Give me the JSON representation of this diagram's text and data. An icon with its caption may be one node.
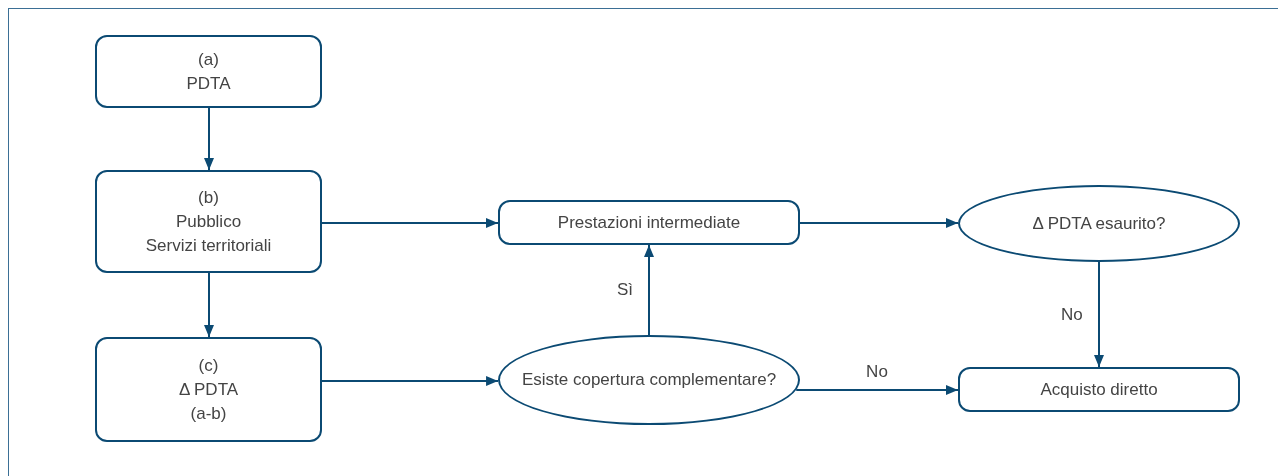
{
  "diagram": {
    "nodes": [
      {
        "text": [
          "(a)",
          "PDTA"
        ]
      },
      {
        "text": [
          "(b)",
          "Pubblico",
          "Servizi territoriali"
        ]
      },
      {
        "text": [
          "(c)",
          "Δ PDTA",
          "(a-b)"
        ]
      },
      {
        "text": [
          "Prestazioni intermediate"
        ]
      },
      {
        "text": [
          "Δ PDTA esaurito?"
        ]
      },
      {
        "text": [
          "Esiste copertura complementare?"
        ]
      },
      {
        "text": [
          "Acquisto diretto"
        ]
      }
    ],
    "edges": [
      {
        "from": 0,
        "to": 1,
        "arrow": "to"
      },
      {
        "from": 1,
        "to": 2,
        "arrow": "to"
      },
      {
        "from": 1,
        "to": 3,
        "arrow": "to"
      },
      {
        "from": 3,
        "to": 4,
        "arrow": "to"
      },
      {
        "from": 2,
        "to": 5,
        "arrow": "to"
      },
      {
        "from": 5,
        "to": 3,
        "label": "Sì",
        "arrow": "to"
      },
      {
        "from": 5,
        "to": 6,
        "label": "No",
        "arrow": "to"
      },
      {
        "from": 4,
        "to": 6,
        "label": "No",
        "arrow": "to"
      }
    ]
  }
}
